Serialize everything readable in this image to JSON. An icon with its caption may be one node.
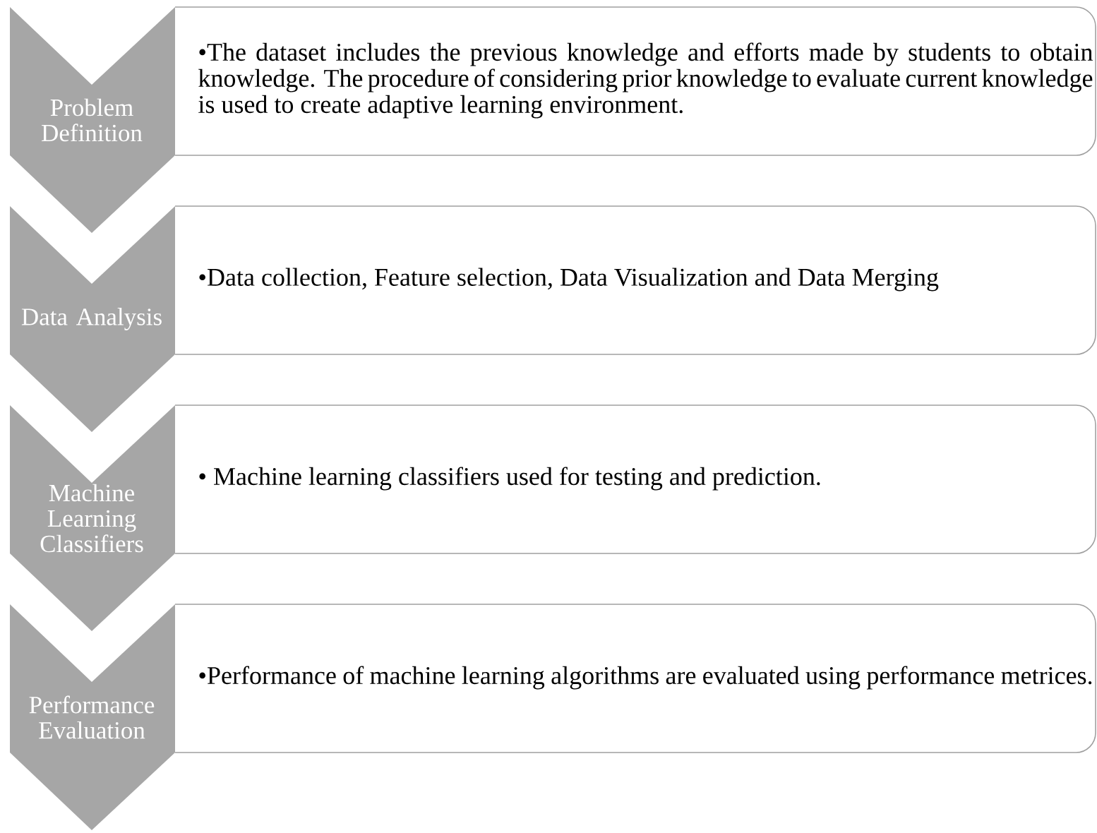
{
  "diagram": {
    "nodes": [
      {
        "text": [
          "Problem Definition"
        ]
      },
      {
        "text": [
          "•The dataset includes the previous knowledge and efforts made by students to obtain knowledge. The procedure of considering prior knowledge to evaluate current knowledge is used to create adaptive learning environment."
        ]
      },
      {
        "text": [
          "Data Analysis"
        ]
      },
      {
        "text": [
          "•Data collection, Feature selection, Data Visualization and Data Merging"
        ]
      },
      {
        "text": [
          "Machine Learning Classifiers"
        ]
      },
      {
        "text": [
          "• Machine learning classifiers used for testing and prediction."
        ]
      },
      {
        "text": [
          "Performance Evaluation"
        ]
      },
      {
        "text": [
          "•Performance of machine learning algorithms are evaluated using performance metrices."
        ]
      }
    ],
    "edges": [
      {
        "from": 0,
        "to": 2,
        "arrow": "to"
      },
      {
        "from": 2,
        "to": 4,
        "arrow": "to"
      },
      {
        "from": 4,
        "to": 6,
        "arrow": "to"
      },
      {
        "from": 6,
        "to": null,
        "arrow": "to"
      }
    ]
  }
}
